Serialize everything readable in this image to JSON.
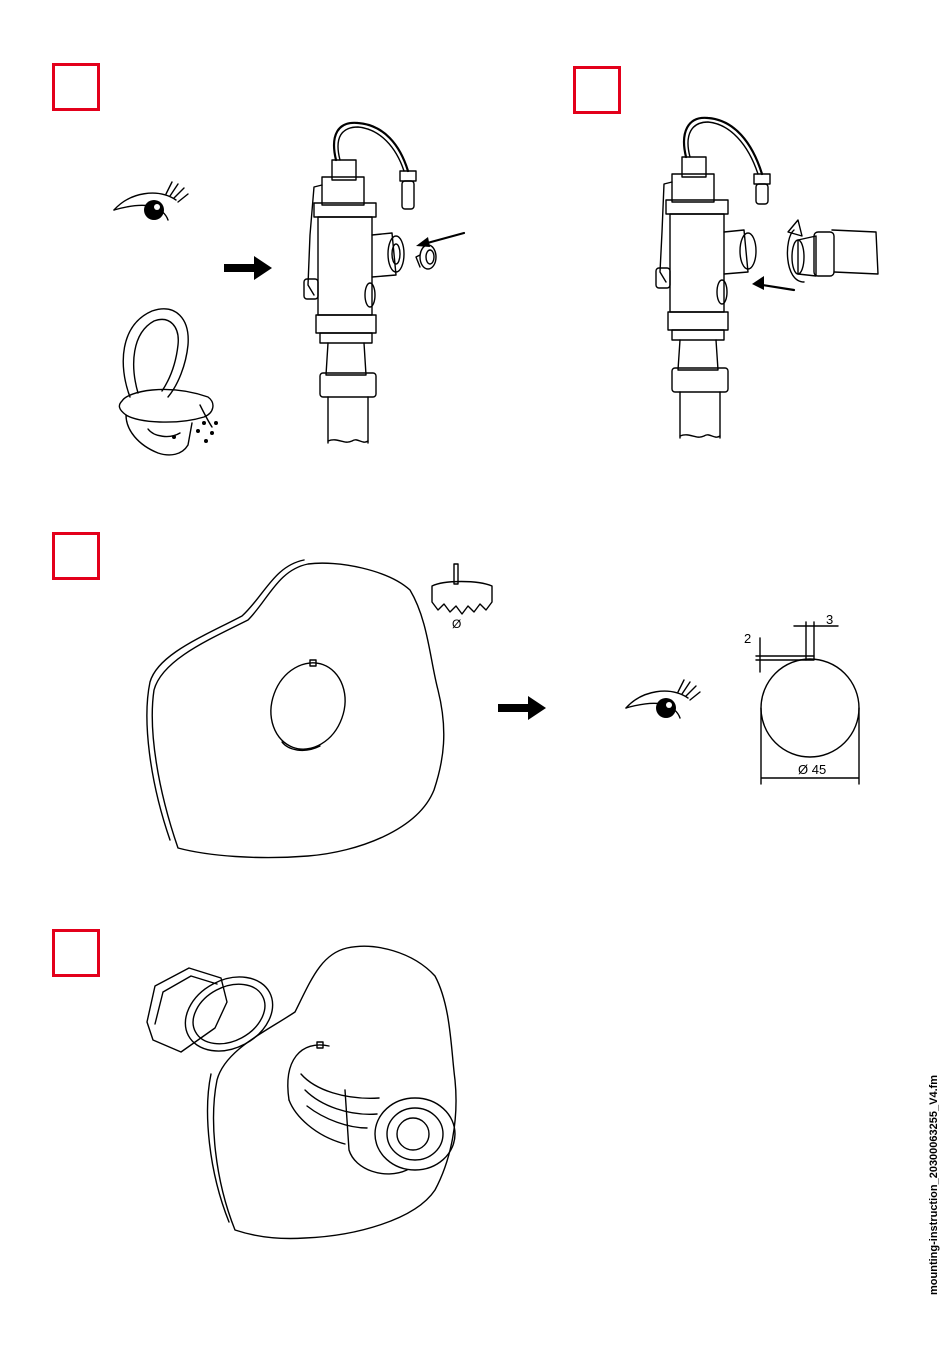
{
  "steps": [
    "",
    "",
    "",
    ""
  ],
  "dimensions": {
    "width_small": "3",
    "height_small": "2",
    "diameter": "Ø 45"
  },
  "footer": {
    "filename": "mounting-instruction_20300063255_V4.fm"
  },
  "colors": {
    "step_box": "#e3001b",
    "line": "#000000"
  },
  "icons": [
    "eye-icon",
    "toilet-icon",
    "arrow-right-icon",
    "valve-icon",
    "hole-saw-icon",
    "nut-icon",
    "seal-ring-icon",
    "push-button-icon"
  ]
}
